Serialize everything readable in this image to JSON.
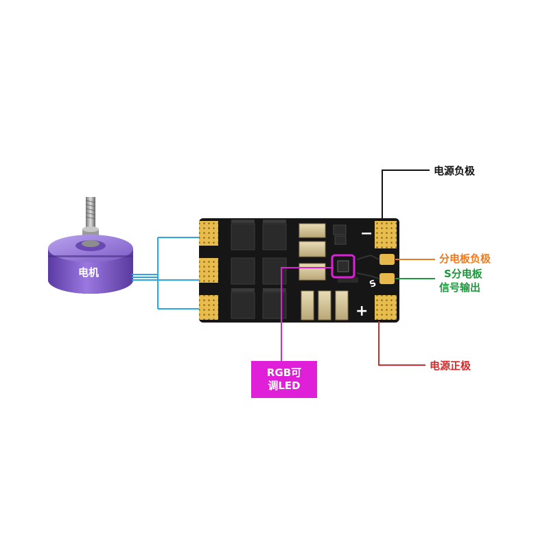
{
  "labels": {
    "motor": "电机",
    "power_negative": "电源负极",
    "board_negative": "分电板负极",
    "s_signal_line1": "S分电板",
    "s_signal_line2": "信号输出",
    "power_positive": "电源正极",
    "rgb_line1": "RGB可",
    "rgb_line2": "调LED"
  },
  "board_marks": {
    "minus": "−",
    "plus": "+",
    "s": "S"
  },
  "colors": {
    "power_negative": "#111111",
    "board_negative": "#f07a1a",
    "signal": "#1a9a3a",
    "power_positive": "#d42a2a",
    "rgb": "#e020d8",
    "motor_wire": "#2aa6e6",
    "motor_body": "#7a55c8",
    "pcb": "#141414",
    "pad": "#e6b94a"
  }
}
